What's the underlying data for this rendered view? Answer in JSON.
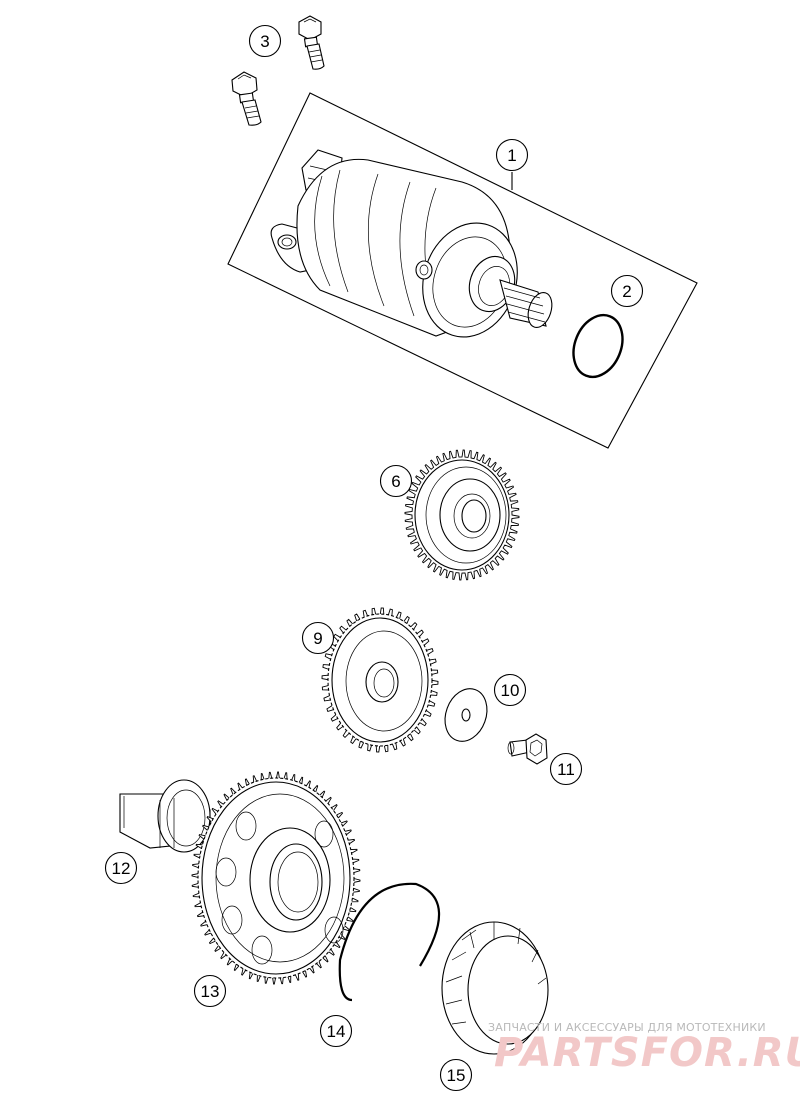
{
  "callouts": [
    {
      "label": "1"
    },
    {
      "label": "2"
    },
    {
      "label": "3"
    },
    {
      "label": "6"
    },
    {
      "label": "9"
    },
    {
      "label": "10"
    },
    {
      "label": "11"
    },
    {
      "label": "12"
    },
    {
      "label": "13"
    },
    {
      "label": "14"
    },
    {
      "label": "15"
    }
  ],
  "watermark": {
    "caption": "ЗАПЧАСТИ И АКСЕССУАРЫ ДЛЯ МОТОТЕХНИКИ",
    "brand": "PARTSFOR.RU"
  },
  "colors": {
    "line": "#000000",
    "background": "#ffffff",
    "watermark_brand": "#f2c8c8",
    "watermark_caption": "#b9b9b9"
  }
}
